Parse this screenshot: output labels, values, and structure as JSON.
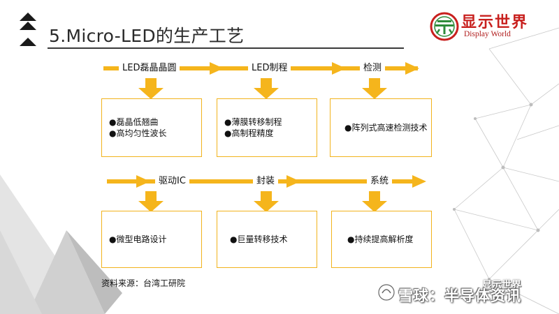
{
  "slide": {
    "title": "5.Micro-LED的生产工艺",
    "source": "资料来源：台湾工研院"
  },
  "logo": {
    "name_cn": "显示世界",
    "name_en": "Display World"
  },
  "flow_top": {
    "steps": [
      {
        "label": "LED磊晶晶圆",
        "points": [
          "●磊晶低翘曲",
          "●高均匀性波长"
        ]
      },
      {
        "label": "LED制程",
        "points": [
          "●薄膜转移制程",
          "●高制程精度"
        ]
      },
      {
        "label": "检测",
        "points": [
          "●阵列式高速检测技术"
        ]
      }
    ]
  },
  "flow_bottom": {
    "steps": [
      {
        "label": "驱动IC",
        "points": [
          "●微型电路设计"
        ]
      },
      {
        "label": "封装",
        "points": [
          "●巨量转移技术"
        ]
      },
      {
        "label": "系统",
        "points": [
          "●持续提高解析度"
        ]
      }
    ]
  },
  "watermark": {
    "main": "雪球：半导体资讯",
    "secondary": "显示世界"
  },
  "colors": {
    "accent": "#f5b51c",
    "title_rule": "#3a3a3a",
    "logo_red": "#c8201e",
    "logo_green": "#2e8b3a"
  }
}
